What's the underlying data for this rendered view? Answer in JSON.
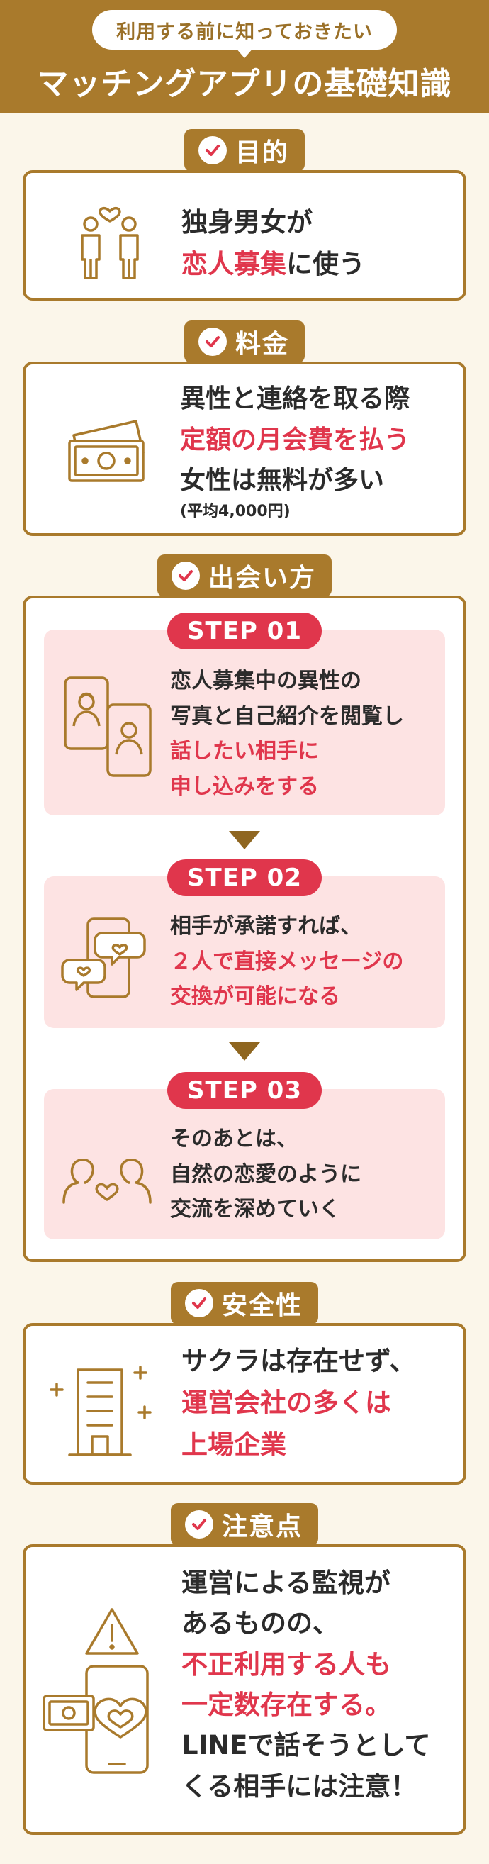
{
  "header": {
    "subtitle": "利用する前に知っておきたい",
    "title": "マッチングアプリの基礎知識"
  },
  "sections": {
    "purpose": {
      "tag": "目的",
      "line1": "独身男女が",
      "line2_red": "恋人募集",
      "line2_rest": "に使う"
    },
    "fee": {
      "tag": "料金",
      "line1": "異性と連絡を取る際",
      "line2_red": "定額の月会費を払う",
      "line3": "女性は無料が多い",
      "note": "(平均4,000円)"
    },
    "meeting": {
      "tag": "出会い方",
      "steps": [
        {
          "label": "STEP 01",
          "line1": "恋人募集中の異性の",
          "line2": "写真と自己紹介を閲覧し",
          "line3_red": "話したい相手に",
          "line4_red": "申し込みをする"
        },
        {
          "label": "STEP 02",
          "line1": "相手が承諾すれば、",
          "line2_red": "２人で直接メッセージの",
          "line3_red": "交換が可能になる"
        },
        {
          "label": "STEP 03",
          "line1": "そのあとは、",
          "line2": "自然の恋愛のように",
          "line3": "交流を深めていく"
        }
      ]
    },
    "safety": {
      "tag": "安全性",
      "line1": "サクラは存在せず、",
      "line2_red": "運営会社の多くは",
      "line3_red": "上場企業"
    },
    "caution": {
      "tag": "注意点",
      "line1": "運営による監視が",
      "line2": "あるものの、",
      "line3_red": "不正利用する人も",
      "line4_red": "一定数存在する。",
      "line5": "LINEで話そうとして",
      "line6": "くる相手には注意！"
    }
  },
  "colors": {
    "gold": "#a97a2c",
    "red": "#e0364c",
    "pink": "#fde3e3",
    "cream": "#fbf6ea"
  }
}
